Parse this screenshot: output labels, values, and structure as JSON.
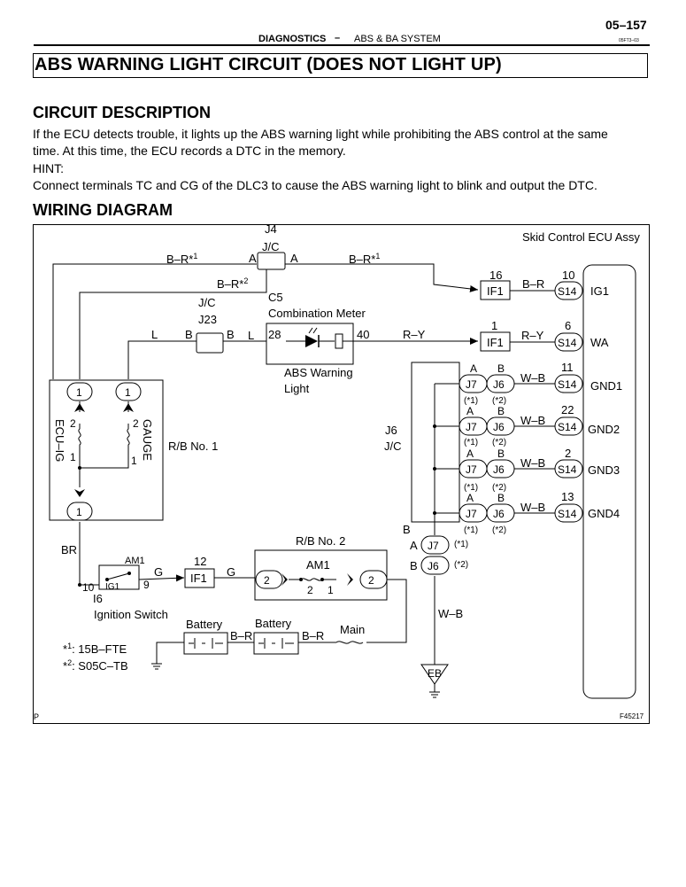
{
  "header": {
    "page_number": "05–157",
    "section": "DIAGNOSTICS",
    "dash": "–",
    "subsection": "ABS & BA SYSTEM",
    "doc_code": "05FT3–03"
  },
  "title": "ABS WARNING LIGHT CIRCUIT (DOES NOT LIGHT UP)",
  "circuit_description": {
    "heading": "CIRCUIT DESCRIPTION",
    "line1": "If the ECU detects trouble, it lights up the ABS warning light while prohibiting the ABS control at the same",
    "line2": "time. At this time, the ECU records a DTC in the memory.",
    "hint_label": "HINT:",
    "hint_text": "Connect terminals TC and CG of the DLC3 to cause the ABS warning light to blink and output the DTC."
  },
  "wiring_diagram": {
    "heading": "WIRING DIAGRAM",
    "ecu": {
      "name": "Skid Control ECU Assy"
    },
    "pins": [
      {
        "num": "10",
        "conn": "S14",
        "name": "IG1"
      },
      {
        "num": "6",
        "conn": "S14",
        "name": "WA"
      },
      {
        "num": "11",
        "conn": "S14",
        "name": "GND1"
      },
      {
        "num": "22",
        "conn": "S14",
        "name": "GND2"
      },
      {
        "num": "2",
        "conn": "S14",
        "name": "GND3"
      },
      {
        "num": "13",
        "conn": "S14",
        "name": "GND4"
      }
    ],
    "jc_j4": {
      "name": "J4",
      "sub": "J/C",
      "term_a": "A",
      "term_a2": "A"
    },
    "jc_j23": {
      "name": "J23",
      "sub": "J/C",
      "term_b": "B",
      "term_b2": "B"
    },
    "meter": {
      "code": "C5",
      "name": "Combination Meter",
      "pin_in": "28",
      "pin_out": "40",
      "lamp_l1": "ABS Warning",
      "lamp_l2": "Light"
    },
    "if1_top": {
      "pin": "16",
      "label": "IF1"
    },
    "if1_mid": {
      "pin": "1",
      "label": "IF1"
    },
    "if1_bottom": {
      "pin": "12",
      "label": "IF1"
    },
    "wires": {
      "br1": "B–R*",
      "br1_sup": "1",
      "br2": "B–R*",
      "br2_sup": "2",
      "br_right": "B–R*",
      "br_right_sup": "1",
      "br_plain": "B–R",
      "l_left": "L",
      "l_mid": "L",
      "r_y1": "R–Y",
      "r_y2": "R–Y",
      "w_b": "W–B",
      "br_lower": "BR",
      "g1": "G",
      "g2": "G",
      "b_r_batt1": "B–R",
      "b_r_batt2": "B–R",
      "wb_ground": "W–B"
    },
    "rb1": {
      "name": "R/B No. 1",
      "fuse_left": "ECU–IG",
      "fuse_right": "GAUGE",
      "pin_top_l": "1",
      "pin_top_r": "1",
      "pin_bot": "1",
      "fl_2": "2",
      "fl_1": "1",
      "fr_2": "2",
      "fr_1": "1"
    },
    "j6jc": {
      "name": "J6",
      "sub": "J/C",
      "j7": "J7",
      "j6": "J6",
      "a": "A",
      "b": "B",
      "n1": "(*1)",
      "n2": "(*2)"
    },
    "bottom_j": {
      "a": "A",
      "b": "B",
      "j7": "J7",
      "j6": "J6",
      "n1": "(*1)",
      "n2": "(*2)",
      "bus_b": "B"
    },
    "rb2": {
      "name": "R/B No. 2",
      "fuse": "AM1",
      "pin_l": "2",
      "pin_r": "2",
      "n2": "2",
      "n1": "1"
    },
    "ignition": {
      "code": "I6",
      "name": "Ignition Switch",
      "am1": "AM1",
      "ig1": "IG1",
      "p10": "10",
      "p9": "9"
    },
    "battery1": "Battery",
    "battery2": "Battery",
    "main_fuse": "Main",
    "ground": "EB",
    "notes": [
      {
        "mark": "*",
        "sup": "1",
        "text": ": 15B–FTE"
      },
      {
        "mark": "*",
        "sup": "2",
        "text": ": S05C–TB"
      }
    ],
    "corner_p": "P",
    "figure_id": "F45217"
  }
}
